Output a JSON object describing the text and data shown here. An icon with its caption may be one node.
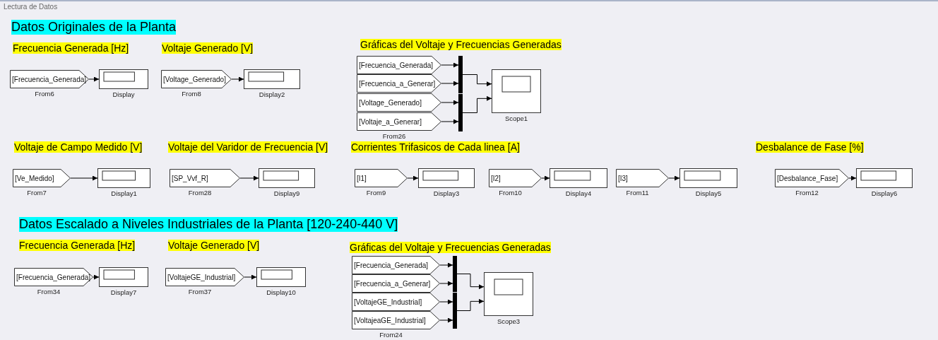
{
  "diagram": {
    "title": "Lectura de Datos",
    "nodes": [
      {
        "text": [
          "[Frecuencia_Generada]"
        ],
        "beside": [
          "From6"
        ]
      },
      {
        "text": [],
        "shape": "box",
        "beside": [
          "Display"
        ]
      },
      {
        "text": [
          "[Voltage_Generado]"
        ],
        "beside": [
          "From8"
        ]
      },
      {
        "text": [],
        "shape": "box",
        "beside": [
          "Display2"
        ]
      },
      {
        "text": [
          "[Frecuencia_Generada]"
        ]
      },
      {
        "text": [
          "[Frecuencia_a_Generar]"
        ]
      },
      {
        "text": [
          "[Voltage_Generado]"
        ]
      },
      {
        "text": [
          "[Voltaje_a_Generar]"
        ],
        "beside": [
          "From26"
        ]
      },
      {
        "text": [],
        "shape": "bar"
      },
      {
        "text": [],
        "shape": "bar"
      },
      {
        "text": [],
        "shape": "box",
        "beside": [
          "Scope1"
        ]
      },
      {
        "text": [
          "[Ve_Medido]"
        ],
        "beside": [
          "From7"
        ]
      },
      {
        "text": [],
        "shape": "box",
        "beside": [
          "Display1"
        ]
      },
      {
        "text": [
          "[SP_Vvf_R]"
        ],
        "beside": [
          "From28"
        ]
      },
      {
        "text": [],
        "shape": "box",
        "beside": [
          "Display9"
        ]
      },
      {
        "text": [
          "[I1]"
        ],
        "beside": [
          "From9"
        ]
      },
      {
        "text": [],
        "shape": "box",
        "beside": [
          "Display3"
        ]
      },
      {
        "text": [
          "[I2]"
        ],
        "beside": [
          "From10"
        ]
      },
      {
        "text": [],
        "shape": "box",
        "beside": [
          "Display4"
        ]
      },
      {
        "text": [
          "[I3]"
        ],
        "beside": [
          "From11"
        ]
      },
      {
        "text": [],
        "shape": "box",
        "beside": [
          "Display5"
        ]
      },
      {
        "text": [
          "[Desbalance_Fase]"
        ],
        "beside": [
          "From12"
        ]
      },
      {
        "text": [],
        "shape": "box",
        "beside": [
          "Display6"
        ]
      },
      {
        "text": [
          "[Frecuencia_Generada]"
        ],
        "beside": [
          "From34"
        ]
      },
      {
        "text": [],
        "shape": "box",
        "beside": [
          "Display7"
        ]
      },
      {
        "text": [
          "[VoltajeGE_Industrial]"
        ],
        "beside": [
          "From37"
        ]
      },
      {
        "text": [],
        "shape": "box",
        "beside": [
          "Display10"
        ]
      },
      {
        "text": [
          "[Frecuencia_Generada]"
        ]
      },
      {
        "text": [
          "[Frecuencia_a_Generar]"
        ]
      },
      {
        "text": [
          "[VoltajeGE_Industrial]"
        ]
      },
      {
        "text": [
          "[VoltajeaGE_Industrial]"
        ],
        "beside": [
          "From24"
        ]
      },
      {
        "text": [],
        "shape": "bar"
      },
      {
        "text": [],
        "shape": "bar"
      },
      {
        "text": [],
        "shape": "box",
        "beside": [
          "Scope3"
        ]
      }
    ],
    "edges": [
      {
        "from": 0,
        "to": 1,
        "arrow": "to"
      },
      {
        "from": 2,
        "to": 3,
        "arrow": "to"
      },
      {
        "from": 4,
        "to": 8,
        "arrow": "to"
      },
      {
        "from": 5,
        "to": 8,
        "arrow": "to"
      },
      {
        "from": 6,
        "to": 9,
        "arrow": "to"
      },
      {
        "from": 7,
        "to": 9,
        "arrow": "to"
      },
      {
        "from": 8,
        "to": 10,
        "arrow": "to"
      },
      {
        "from": 9,
        "to": 10,
        "arrow": "to"
      },
      {
        "from": 11,
        "to": 12,
        "arrow": "to"
      },
      {
        "from": 13,
        "to": 14,
        "arrow": "to"
      },
      {
        "from": 15,
        "to": 16,
        "arrow": "to"
      },
      {
        "from": 17,
        "to": 18,
        "arrow": "to"
      },
      {
        "from": 19,
        "to": 20,
        "arrow": "to"
      },
      {
        "from": 21,
        "to": 22,
        "arrow": "to"
      },
      {
        "from": 23,
        "to": 24,
        "arrow": "to"
      },
      {
        "from": 25,
        "to": 26,
        "arrow": "to"
      },
      {
        "from": 27,
        "to": 31,
        "arrow": "to"
      },
      {
        "from": 28,
        "to": 31,
        "arrow": "to"
      },
      {
        "from": 29,
        "to": 32,
        "arrow": "to"
      },
      {
        "from": 30,
        "to": 32,
        "arrow": "to"
      },
      {
        "from": 31,
        "to": 33,
        "arrow": "to"
      },
      {
        "from": 32,
        "to": 33,
        "arrow": "to"
      }
    ],
    "labels": [
      "Datos Originales de la Planta",
      "Frecuencia Generada [Hz]",
      "Voltaje Generado [V]",
      "Gráficas del Voltaje y Frecuencias Generadas",
      "Voltaje de Campo Medido [V]",
      "Voltaje del Varidor de Frecuencia [V]",
      "Corrientes Trifasicos de Cada linea [A]",
      "Desbalance de Fase [%]",
      "Datos Escalado a Niveles Industriales de la Planta [120-240-440 V]",
      "Frecuencia Generada [Hz]",
      "Voltaje Generado [V]",
      "Gráficas del Voltaje y Frecuencias Generadas"
    ]
  }
}
